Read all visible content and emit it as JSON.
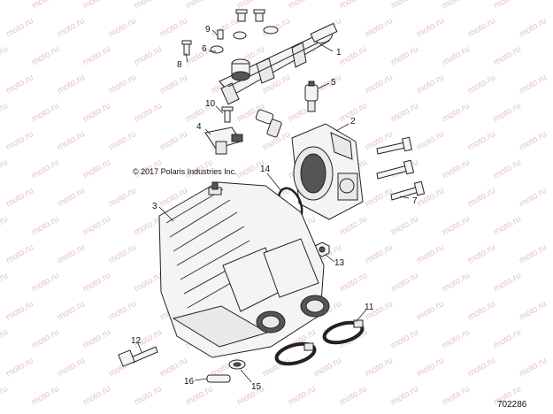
{
  "copyright": "© 2017 Polaris Industries Inc.",
  "diagram_id": "702286",
  "watermark": "moto.ru",
  "callouts": {
    "c1": "1",
    "c2": "2",
    "c3": "3",
    "c4": "4",
    "c5": "5",
    "c6": "6",
    "c7": "7",
    "c8": "8",
    "c9": "9",
    "c10": "10",
    "c11": "11",
    "c12": "12",
    "c13": "13",
    "c14": "14",
    "c15": "15",
    "c16": "16"
  }
}
